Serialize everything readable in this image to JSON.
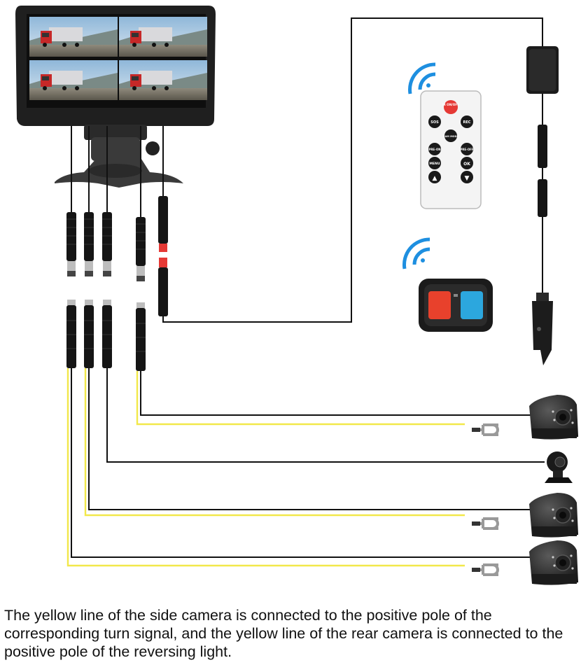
{
  "remote": {
    "buttons": [
      {
        "id": "power",
        "label": "IR ON/OFF"
      },
      {
        "id": "sos",
        "label": "SOS"
      },
      {
        "id": "rec",
        "label": "REC"
      },
      {
        "id": "cam",
        "label": "CAM MODE"
      },
      {
        "id": "preon",
        "label": "PRE-ON"
      },
      {
        "id": "preoff",
        "label": "PRE-OFF"
      },
      {
        "id": "menu",
        "label": "MENU"
      },
      {
        "id": "ok",
        "label": "OK"
      },
      {
        "id": "up",
        "label": "▲"
      },
      {
        "id": "down",
        "label": "▼"
      }
    ]
  },
  "caption": "The yellow line of the side camera is connected to the positive pole of the corresponding turn signal, and the yellow line of the rear camera is connected to the positive pole of the reversing light.",
  "colors": {
    "yellow_wire": "#f2e84a",
    "red_button": "#e8412c",
    "blue_button": "#2ca7de",
    "wifi": "#1e8fe0"
  },
  "icons": [
    "monitor",
    "truck-screen",
    "remote-control",
    "wireless-key-fob",
    "wifi-icon",
    "power-adapter",
    "car-charger-plug",
    "side-camera",
    "dash-camera",
    "aviation-connector",
    "fork-terminal"
  ]
}
